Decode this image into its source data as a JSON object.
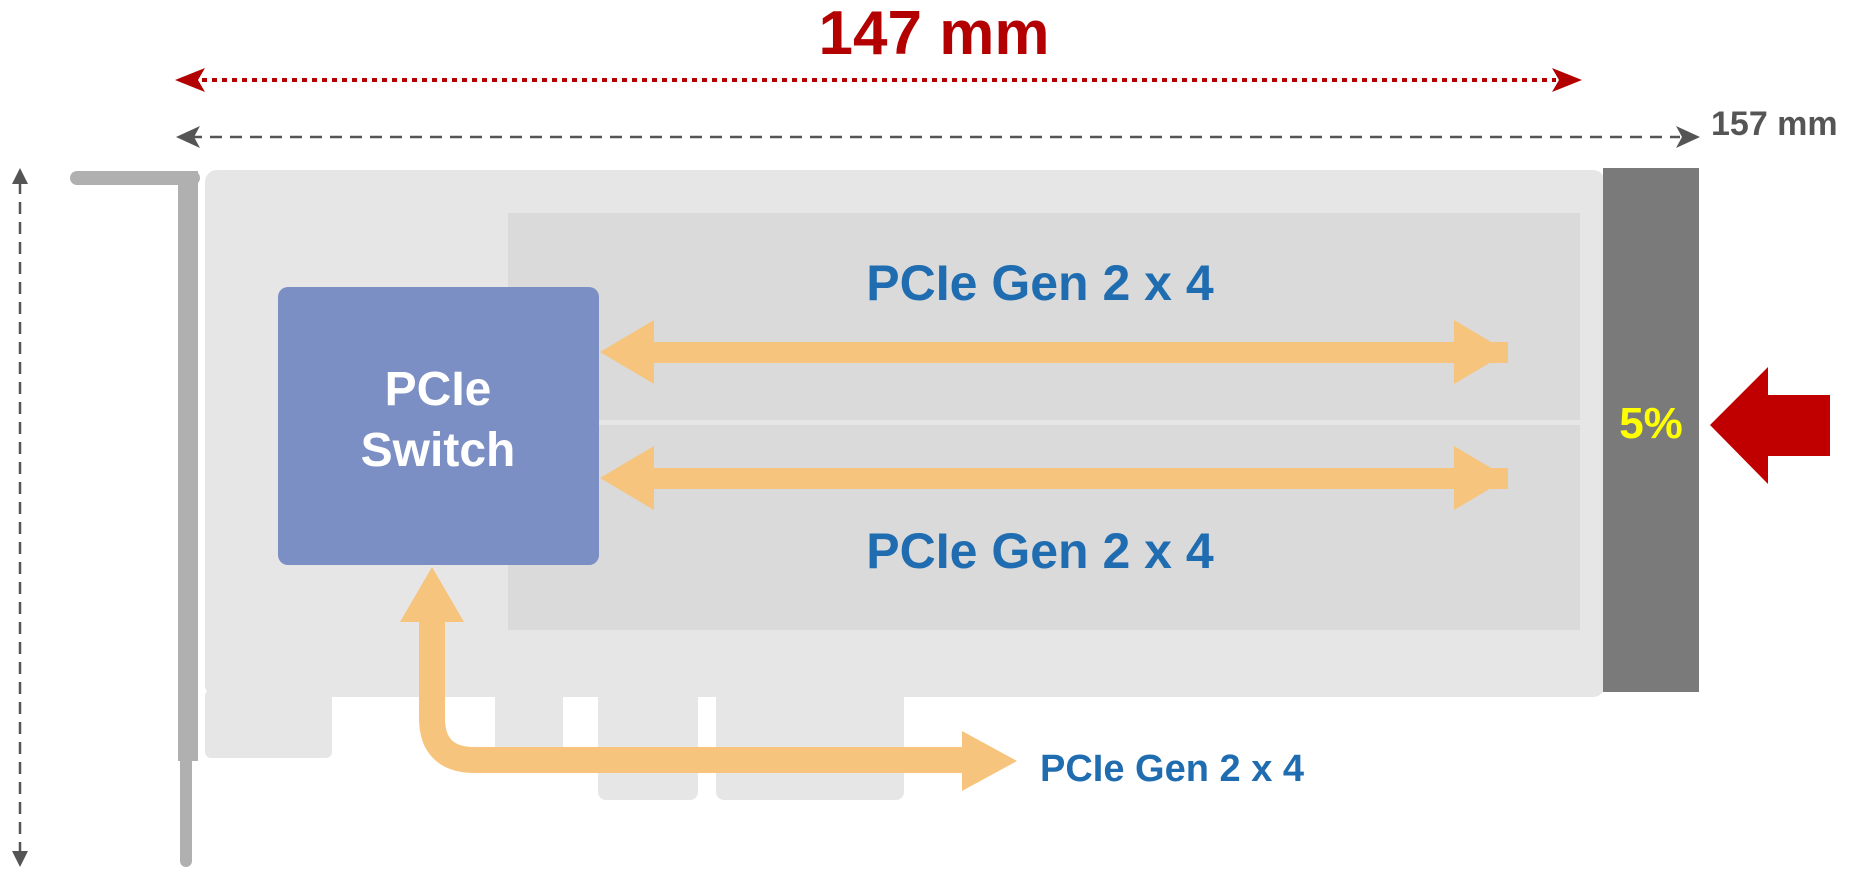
{
  "dimensions": {
    "inner_length": "147 mm",
    "total_length": "157 mm"
  },
  "switch": {
    "line1": "PCIe",
    "line2": "Switch"
  },
  "links": {
    "top": "PCIe Gen 2 x 4",
    "bottom": "PCIe Gen 2 x 4",
    "host": "PCIe Gen 2 x 4"
  },
  "extension": {
    "percent": "5%"
  },
  "colors": {
    "red_dimension": "#b30000",
    "grey_dimension": "#555555",
    "switch_fill": "#7b8fc4",
    "link_arrow": "#f6c47c",
    "link_text": "#1f6db0",
    "extension_fill": "#7a7a7a",
    "percent_text": "#ffff00",
    "pointer_arrow": "#c00000"
  }
}
